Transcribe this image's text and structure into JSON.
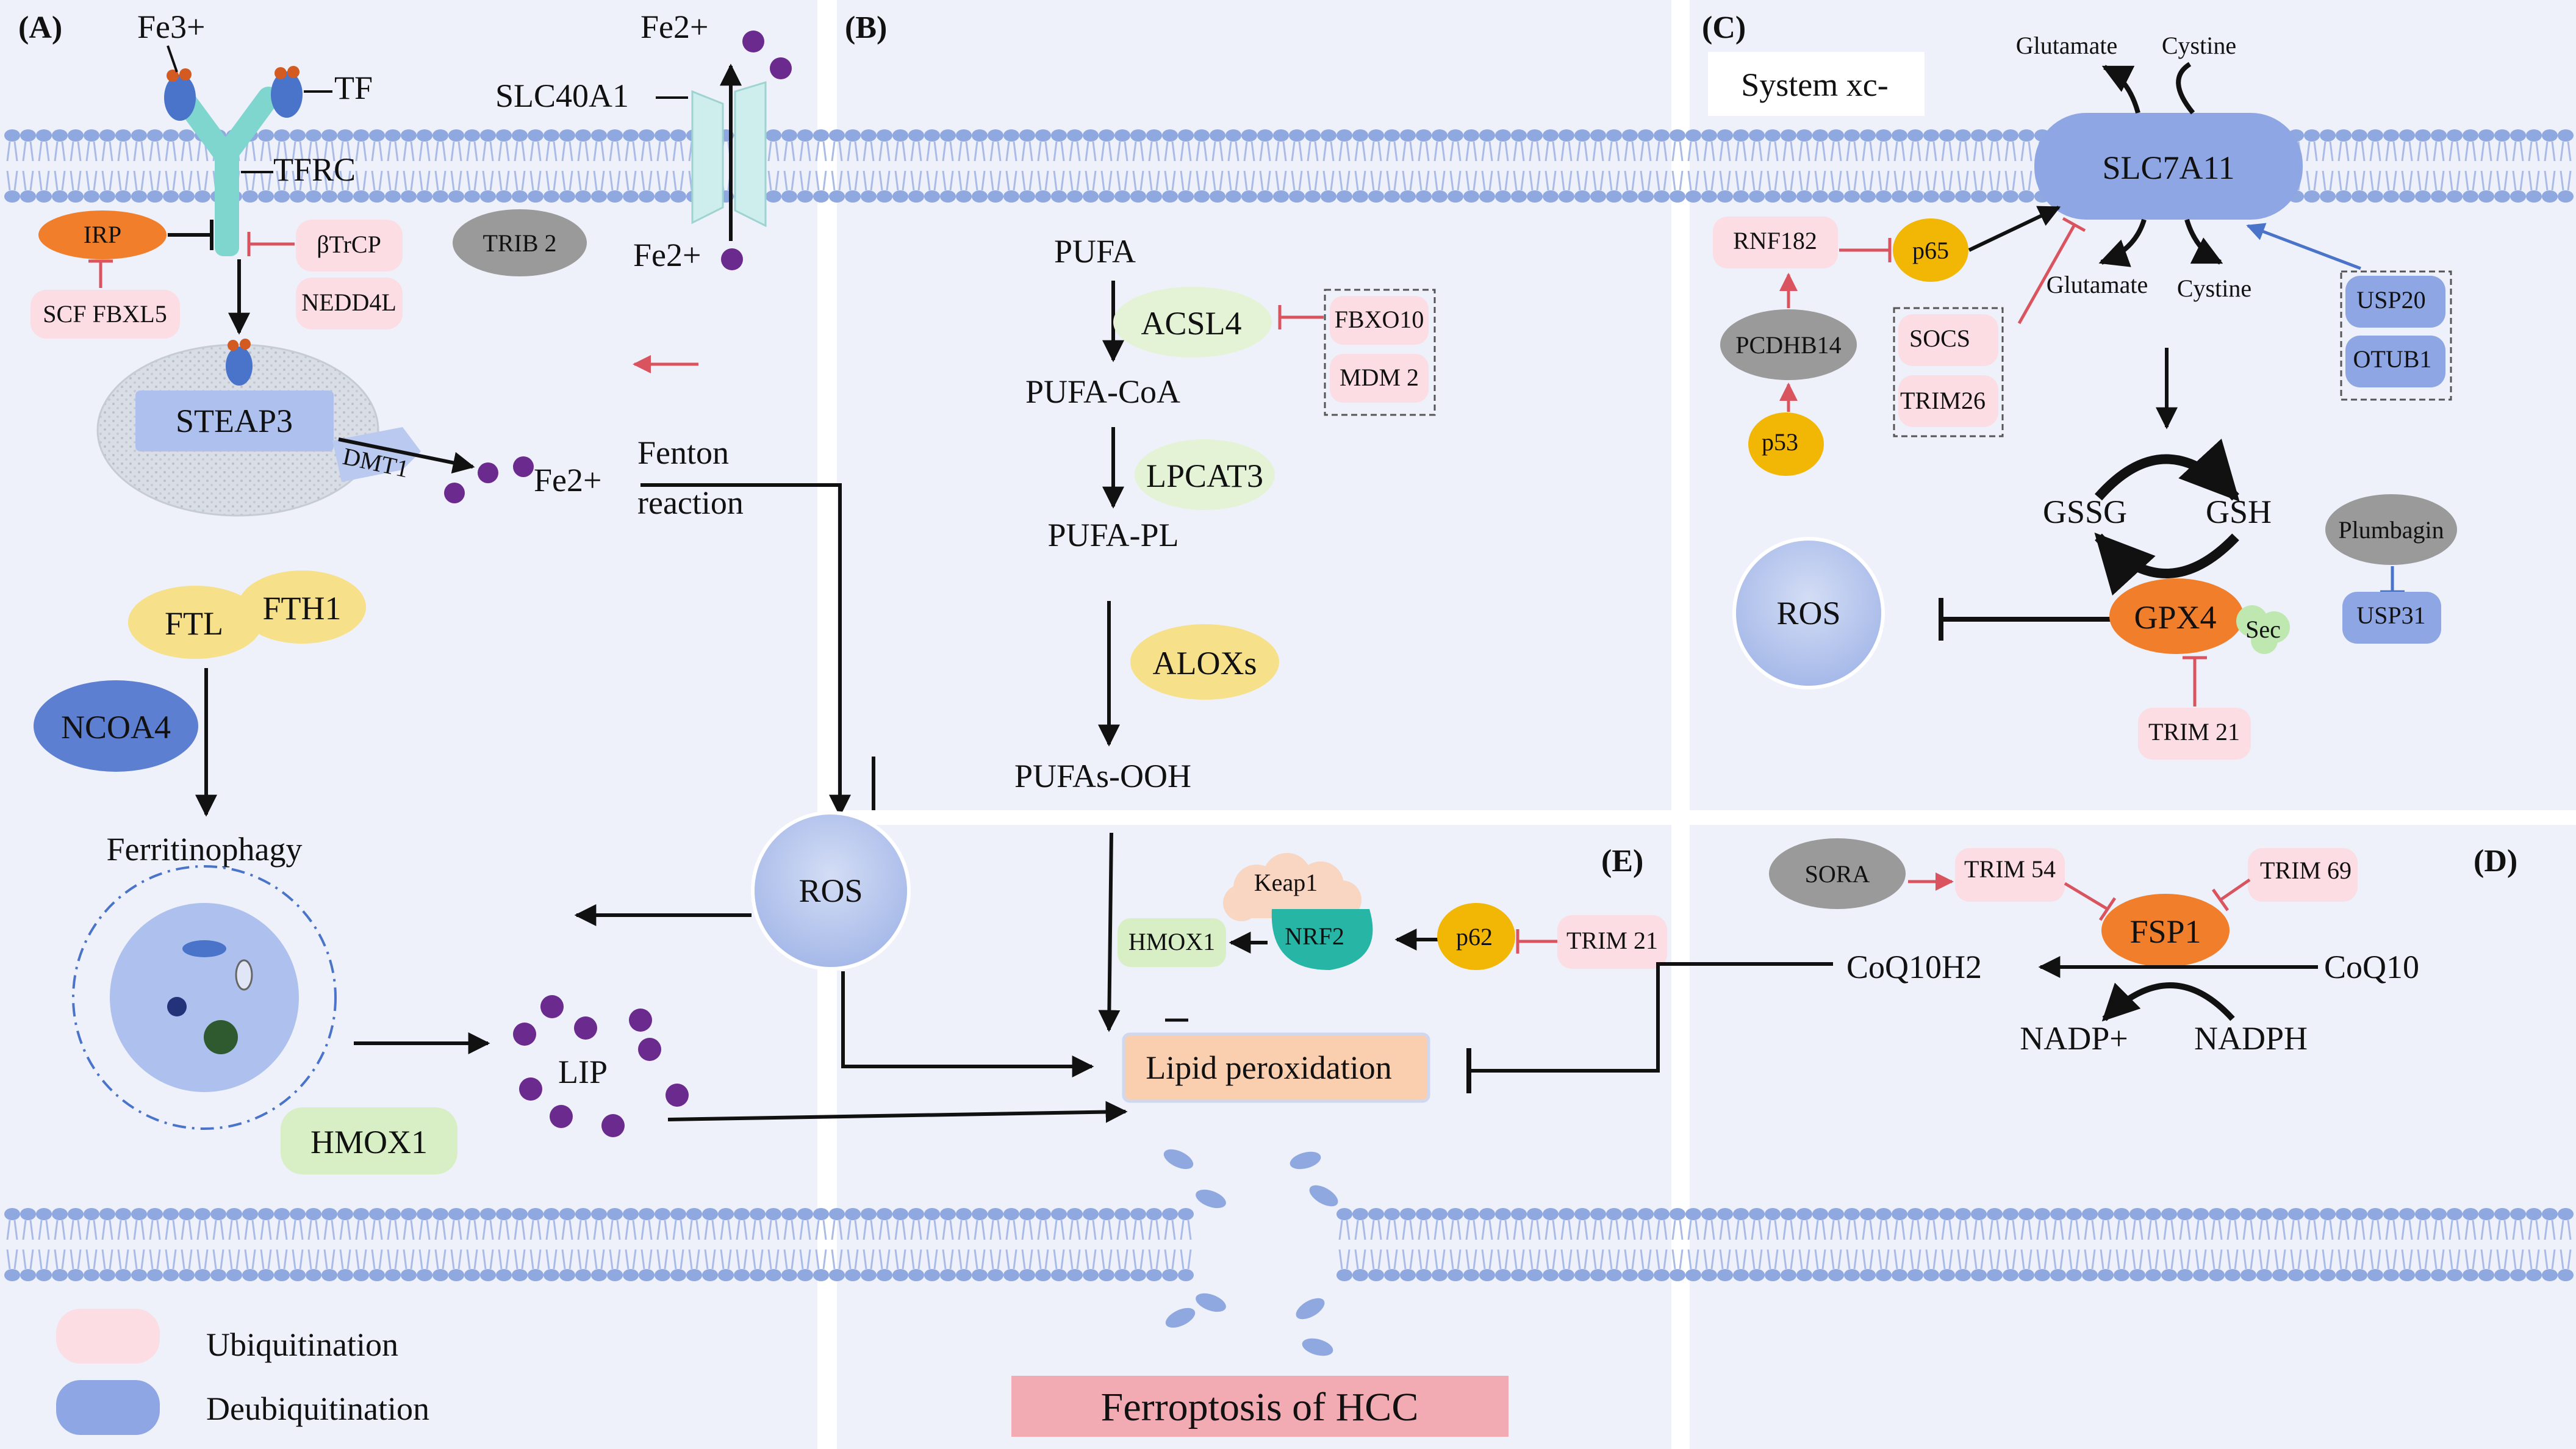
{
  "colors": {
    "panel_bg": "#eef1fa",
    "membrane_head": "#8fa8e0",
    "membrane_tail": "#a9bbe6",
    "ubiquitination": "#fbdde3",
    "deubiquitination": "#8ea6e3",
    "iron_dot": "#6a2a8e",
    "inhibit_red": "#d9545f",
    "arrow_black": "#111111",
    "lipid_box": "#f9cfb0",
    "ferroptosis_box": "#f2aab3",
    "yellow": "#f7e08a",
    "orange": "#f07e2b",
    "gray": "#9a9a9a",
    "teal": "#27b5a6",
    "green_light": "#d8efc6",
    "ros": "#b8c8ec"
  },
  "panels": {
    "a": "(A)",
    "b": "(B)",
    "c": "(C)",
    "d": "(D)",
    "e": "(E)"
  },
  "panel_a": {
    "fe3": "Fe3+",
    "tf": "TF",
    "tfrc": "TFRC",
    "irp": "IRP",
    "scf_fbxl5": "SCF FBXL5",
    "btrcp": "βTrCP",
    "nedd4l": "NEDD4L",
    "trib2": "TRIB 2",
    "fe2_top": "Fe2+",
    "slc40a1": "SLC40A1",
    "fe2_in": "Fe2+",
    "steap3": "STEAP3",
    "dmt1": "DMT1",
    "fe2_dmt": "Fe2+",
    "fenton_1": "Fenton",
    "fenton_2": "reaction",
    "ftl": "FTL",
    "fth1": "FTH1",
    "ncoa4": "NCOA4",
    "ferritinophagy": "Ferritinophagy",
    "lip": "LIP",
    "hmox1": "HMOX1",
    "ros": "ROS"
  },
  "panel_b": {
    "pufa": "PUFA",
    "acsl4": "ACSL4",
    "fbxo10": "FBXO10",
    "mdm2": "MDM 2",
    "pufa_coa": "PUFA-CoA",
    "lpcat3": "LPCAT3",
    "pufa_pl": "PUFA-PL",
    "aloxs": "ALOXs",
    "pufas_ooh": "PUFAs-OOH"
  },
  "panel_c": {
    "system_xc": "System xc-",
    "glutamate_top": "Glutamate",
    "cystine_top": "Cystine",
    "slc7a11": "SLC7A11",
    "glutamate_bottom": "Glutamate",
    "cystine_bottom": "Cystine",
    "rnf182": "RNF182",
    "p65": "p65",
    "pcdhb14": "PCDHB14",
    "p53": "p53",
    "socs": "SOCS",
    "trim26": "TRIM26",
    "usp20": "USP20",
    "otub1": "OTUB1",
    "gssg": "GSSG",
    "gsh": "GSH",
    "plumbagin": "Plumbagin",
    "usp31": "USP31",
    "ros": "ROS",
    "gpx4": "GPX4",
    "sec": "Sec",
    "trim21": "TRIM 21"
  },
  "panel_e": {
    "keap1": "Keap1",
    "nrf2": "NRF2",
    "hmox1": "HMOX1",
    "p62": "p62",
    "trim21": "TRIM 21",
    "lipid_peroxidation": "Lipid peroxidation"
  },
  "panel_d": {
    "sora": "SORA",
    "trim54": "TRIM 54",
    "trim69": "TRIM 69",
    "fsp1": "FSP1",
    "coq10h2": "CoQ10H2",
    "coq10": "CoQ10",
    "nadp": "NADP+",
    "nadph": "NADPH"
  },
  "legend": {
    "ubiquitination": "Ubiquitination",
    "deubiquitination": "Deubiquitination"
  },
  "ferroptosis": "Ferroptosis of HCC"
}
